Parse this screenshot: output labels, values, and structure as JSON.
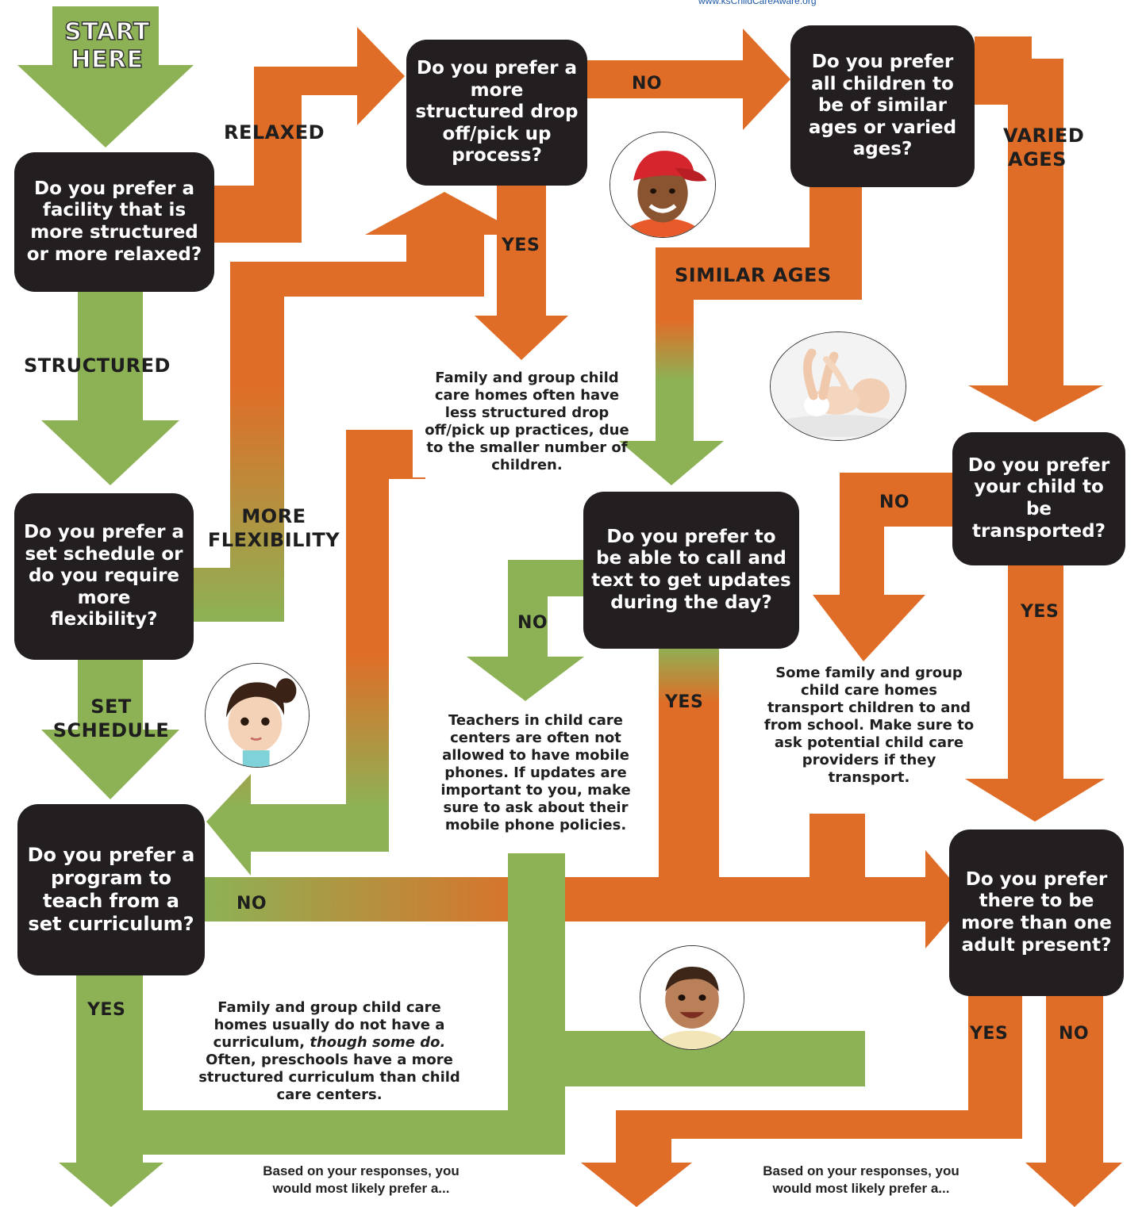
{
  "header": {
    "url": "www.ksChildCareAware.org"
  },
  "start": {
    "line1": "START",
    "line2": "HERE"
  },
  "questions": {
    "facility": "Do you prefer a facility that is more structured or more relaxed?",
    "dropoff": "Do you prefer a more structured drop off/pick up process?",
    "ages": "Do you prefer all children to be of similar ages or varied ages?",
    "schedule": "Do you prefer a set schedule or do you require more flexibility?",
    "call_text": "Do you prefer to be able to call and text to get updates during the day?",
    "transport": "Do you prefer your child to be transported?",
    "curriculum": "Do you prefer a program to teach from a set curriculum?",
    "adults": "Do you prefer there to be more than one adult present?"
  },
  "labels": {
    "relaxed": "RELAXED",
    "structured": "STRUCTURED",
    "dropoff_no": "NO",
    "dropoff_yes": "YES",
    "similar_ages": "SIMILAR AGES",
    "varied_ages_1": "VARIED",
    "varied_ages_2": "AGES",
    "more_flex_1": "MORE",
    "more_flex_2": "FLEXIBILITY",
    "set_schedule_1": "SET",
    "set_schedule_2": "SCHEDULE",
    "call_no": "NO",
    "call_yes": "YES",
    "transport_no": "NO",
    "transport_yes": "YES",
    "curriculum_no": "NO",
    "curriculum_yes": "YES",
    "adults_yes": "YES",
    "adults_no": "NO"
  },
  "notes": {
    "dropoff": "Family and group child care homes often have less structured drop off/pick up practices, due to the smaller number of children.",
    "phones": "Teachers in child care centers are often not allowed to have mobile phones. If updates are important to you, make sure to ask about their mobile phone policies.",
    "transport": "Some family and group child care homes transport children to and from school. Make sure to ask potential child care providers if they transport.",
    "curriculum_main": "Family and group child care homes usually do not have a curriculum, ",
    "curriculum_italic": "though some do.",
    "curriculum_tail": " Often, preschools have a more structured curriculum than child care centers."
  },
  "endings": {
    "left": "Based on your responses, you would most likely prefer a...",
    "right": "Based on your responses, you would most likely prefer a..."
  },
  "colors": {
    "green": "#8db255",
    "orange": "#e06d27",
    "box": "#231f20"
  }
}
